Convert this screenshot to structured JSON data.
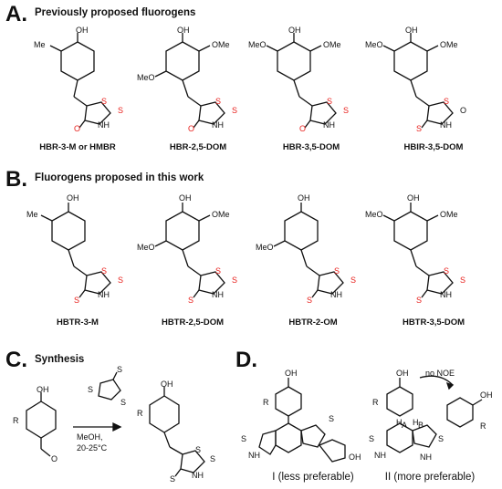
{
  "panels": {
    "A": {
      "letter": "A.",
      "title": "Previously proposed fluorogens"
    },
    "B": {
      "letter": "B.",
      "title": "Fluorogens proposed in this work"
    },
    "C": {
      "letter": "C.",
      "title": "Synthesis"
    },
    "D": {
      "letter": "D."
    }
  },
  "compounds_A": [
    {
      "name": "HBR-3-M or HMBR"
    },
    {
      "name": "HBR-2,5-DOM"
    },
    {
      "name": "HBR-3,5-DOM"
    },
    {
      "name": "HBIR-3,5-DOM"
    }
  ],
  "compounds_B": [
    {
      "name": "HBTR-3-M"
    },
    {
      "name": "HBTR-2,5-DOM"
    },
    {
      "name": "HBTR-2-OM"
    },
    {
      "name": "HBTR-3,5-DOM"
    }
  ],
  "synthesis": {
    "conditions_line1": "MeOH,",
    "conditions_line2": "20-25°C"
  },
  "isomers": {
    "I": "I (less preferable)",
    "II": "II (more preferable)",
    "noe_label": "no NOE"
  },
  "atoms": {
    "OH": "OH",
    "Me": "Me",
    "MeO": "MeO",
    "OMe": "OMe",
    "S": "S",
    "NH": "NH",
    "O": "O",
    "R": "R",
    "HA": "H",
    "HB": "H",
    "A": "A",
    "B": "B"
  },
  "colors": {
    "red_atom": "#e8201c",
    "black": "#111111"
  }
}
